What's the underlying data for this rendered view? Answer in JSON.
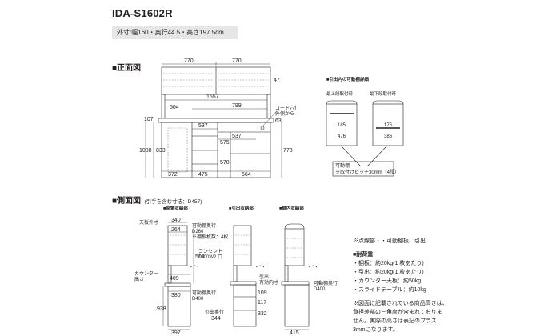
{
  "model": "IDA-S1602R",
  "outer_dims": "外寸:幅160・奥行44.5・高さ197.5cm",
  "front": {
    "heading": "■正面図",
    "dims": {
      "w770a": "770",
      "w770b": "770",
      "h47": "47",
      "w1557": "1557",
      "w799": "799",
      "h504": "504",
      "h107": "107",
      "w537a": "537",
      "w537b": "537",
      "h63": "63",
      "h833": "833",
      "h1088": "1088",
      "h575": "575",
      "h578": "578",
      "h778": "778",
      "w372": "372",
      "w475": "475",
      "w564": "564"
    },
    "cord_label": [
      "コード穴位置",
      "外側から"
    ]
  },
  "shelf_detail": {
    "heading": "■引出内の可動棚詳細",
    "top_label": "最上段取付時",
    "bottom_label": "最下段取付時",
    "top_dims": [
      "185",
      "476"
    ],
    "bottom_dims": [
      "175",
      "386"
    ],
    "legend": [
      "可動棚",
      "※取付けピッチ30mm（4段）"
    ]
  },
  "side": {
    "heading": "■側面図",
    "heading_sub": "(引手を含む寸法：D457)",
    "views": [
      "■家電収納部",
      "■引出収納部",
      "■扉内収納部"
    ],
    "labels": {
      "top_outer": "天板外寸",
      "shelf_depth_a": [
        "可動棚奥行",
        "D260",
        "※棚板枚数：4枚"
      ],
      "outlet": [
        "コンセント",
        "1500W2 口"
      ],
      "counter_height": [
        "カウンター",
        "高さ"
      ],
      "shelf_depth_b": [
        "可動棚奥行",
        "D400"
      ],
      "pull_depth": [
        "引出",
        "有効内寸"
      ],
      "drawer_depth": "引出奥行",
      "shelf_depth_c": [
        "可動棚奥行",
        "D400"
      ]
    },
    "dims": {
      "d340": "340",
      "d264": "264",
      "d504": "504",
      "d409": "409",
      "d380": "380",
      "d938": "938",
      "d397": "397",
      "d344": "344",
      "d332": "332",
      "d117": "117",
      "d109": "109",
      "d415": "415"
    }
  },
  "notes": {
    "star_note": "※点線部・・可動棚板、引出",
    "load_title": "■耐荷重",
    "load_items": [
      "・棚板：約20kg(1 枚あたり)",
      "・引出：約20kg(1 枚あたり)",
      "・カウンター天板：約50kg",
      "・スライドテーブル：約10kg"
    ],
    "disclaimer": [
      "※図面に記載されている商品高さは、",
      "負担差部の三角度が含まれておりま",
      "せん。実際の高さは表記のプラス",
      "3mmになります。"
    ]
  }
}
